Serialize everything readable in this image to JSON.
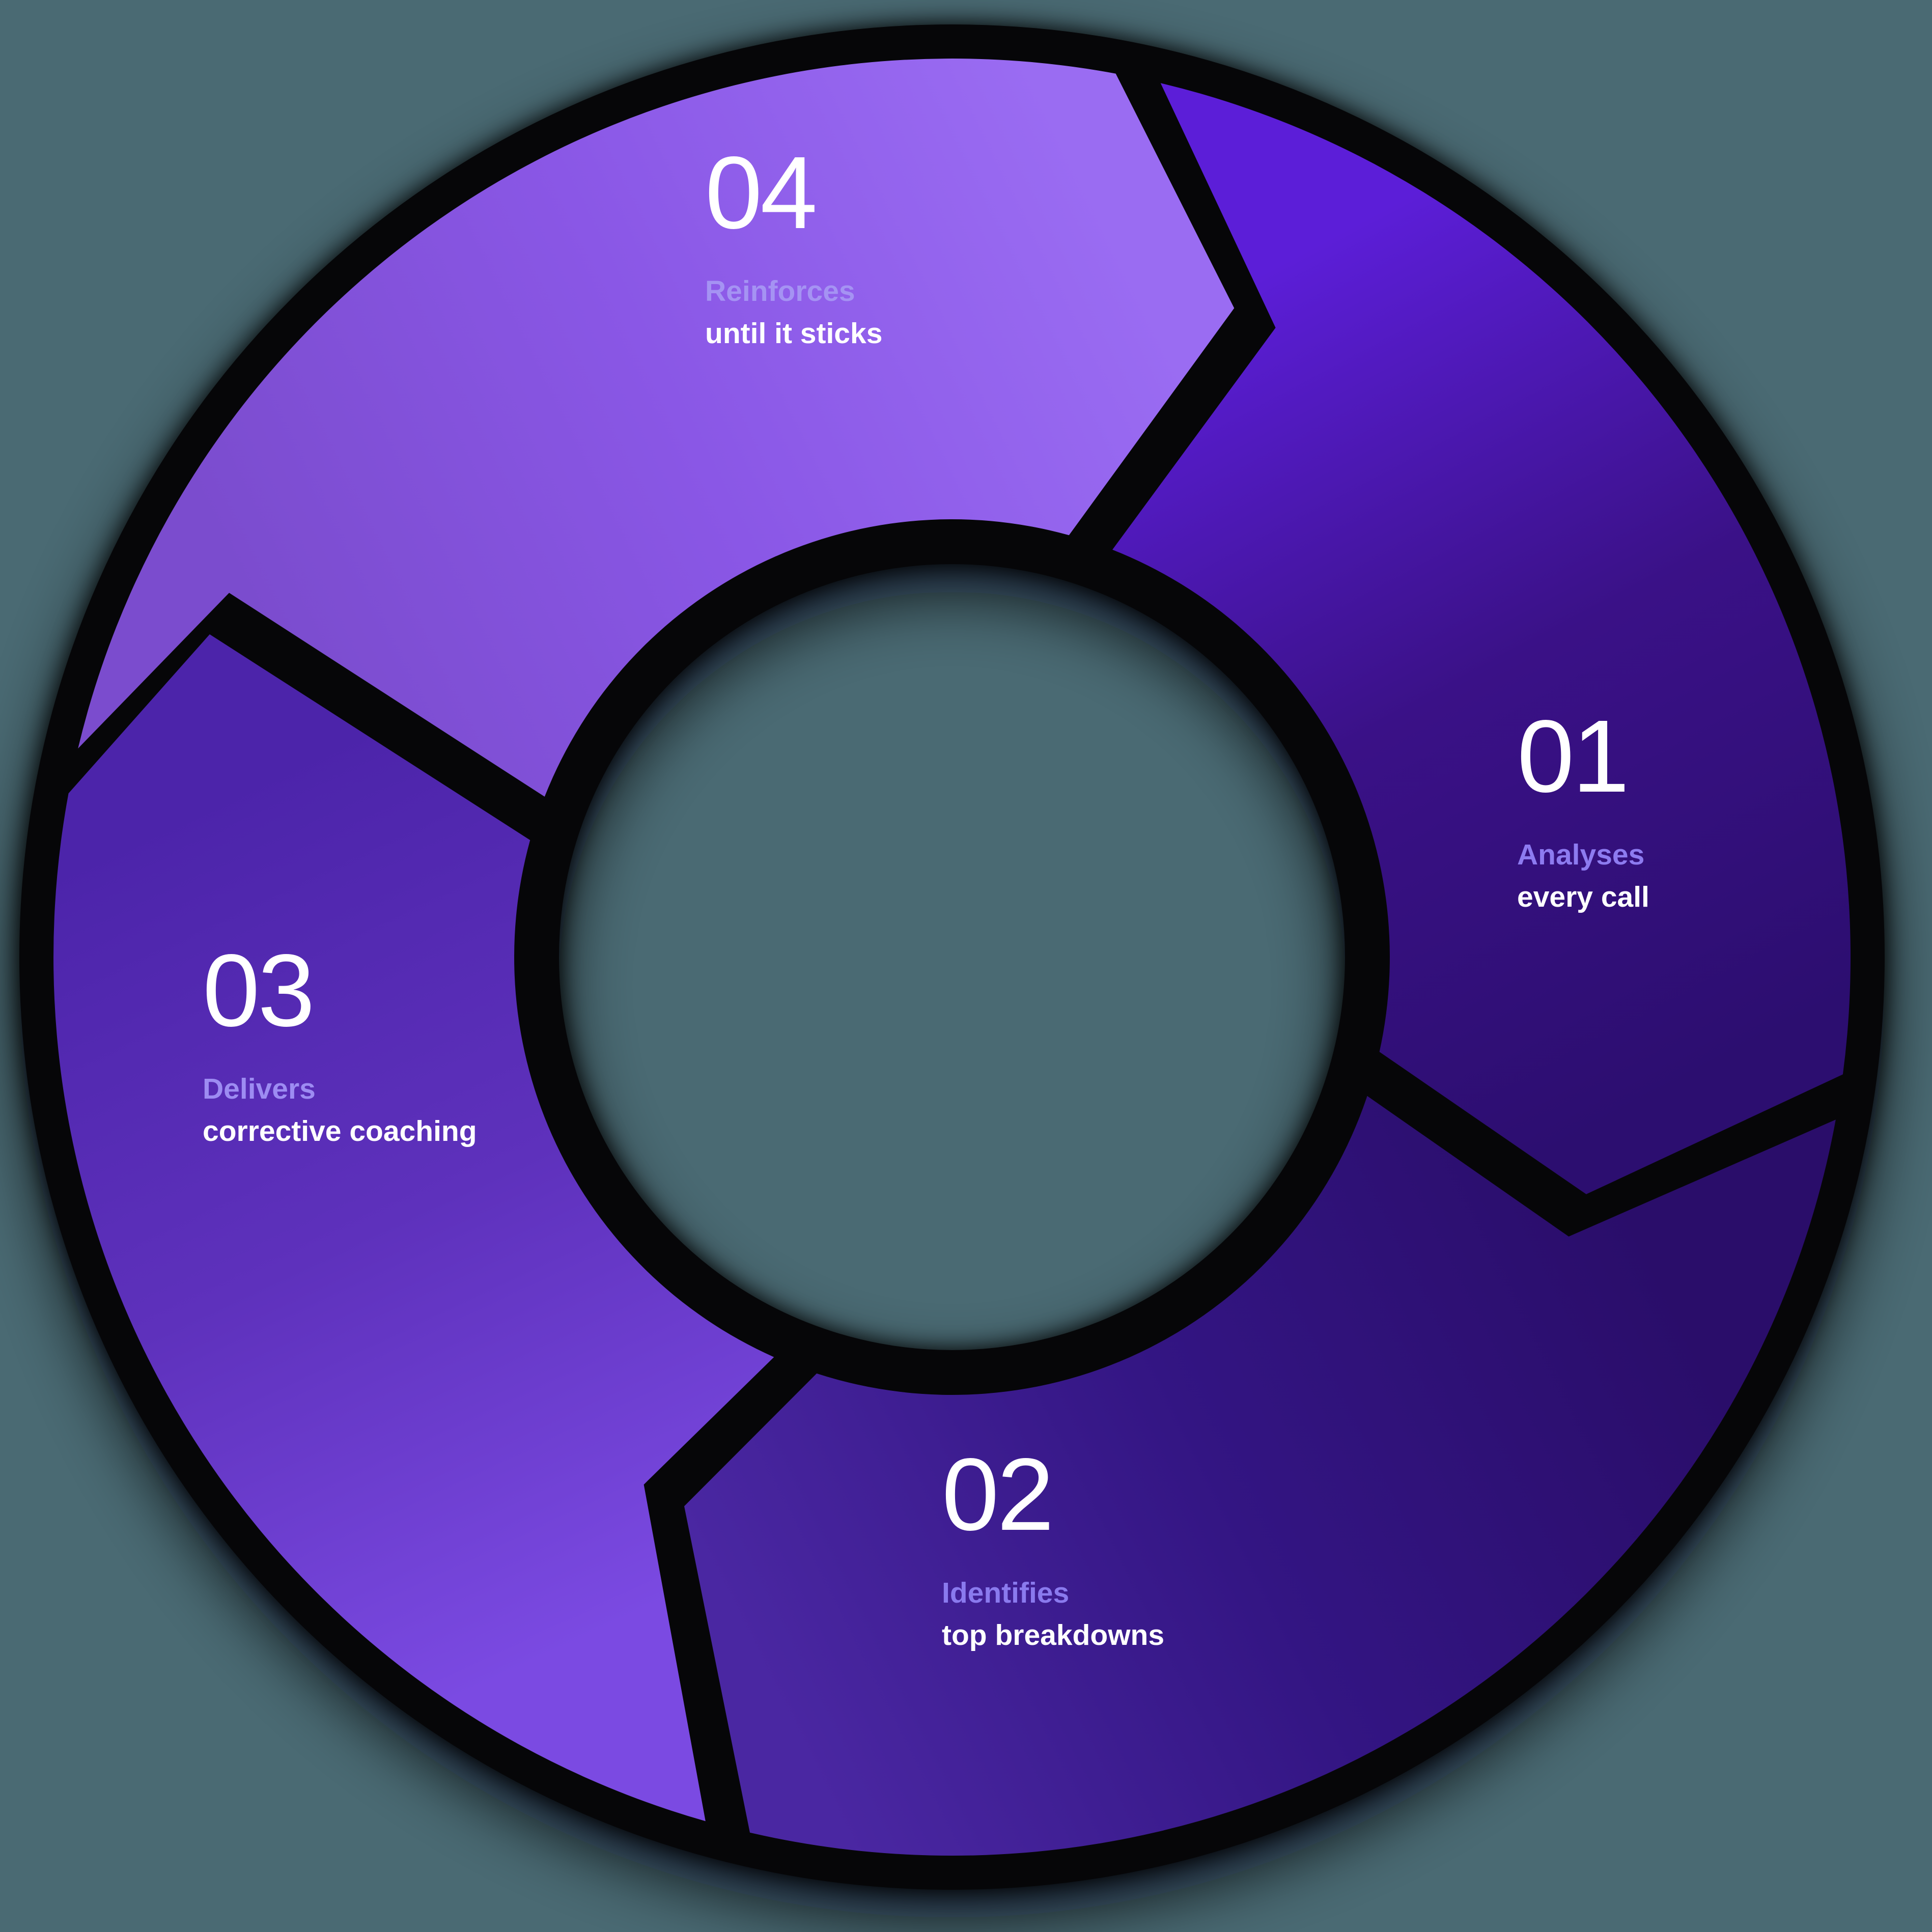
{
  "canvas": {
    "background": "#4a6a73",
    "shadow_color": "#060608"
  },
  "diagram": {
    "type": "cycle-arrows",
    "direction": "clockwise",
    "steps": [
      {
        "number": "01",
        "title": "Analyses",
        "subtitle": "every call",
        "number_color": "#ffffff",
        "title_color": "#8d7bf0",
        "subtitle_color": "#ffffff",
        "gradient": [
          "#5c1ed8",
          "#3a1187",
          "#2c0e70"
        ]
      },
      {
        "number": "02",
        "title": "Identifies",
        "subtitle": "top breakdowns",
        "number_color": "#ffffff",
        "title_color": "#8a7aee",
        "subtitle_color": "#ffffff",
        "gradient": [
          "#2a0d6a",
          "#331583",
          "#4a27a2"
        ]
      },
      {
        "number": "03",
        "title": "Delivers",
        "subtitle": "corrective coaching",
        "number_color": "#ffffff",
        "title_color": "#9d8cf2",
        "subtitle_color": "#ffffff",
        "gradient": [
          "#7b4ae2",
          "#5e31bc",
          "#4c24aa"
        ]
      },
      {
        "number": "04",
        "title": "Reinforces",
        "subtitle": "until it sticks",
        "number_color": "#ffffff",
        "title_color": "#a593f3",
        "subtitle_color": "#ffffff",
        "gradient": [
          "#7b4cce",
          "#8a57e6",
          "#9a6cf2"
        ]
      }
    ]
  }
}
